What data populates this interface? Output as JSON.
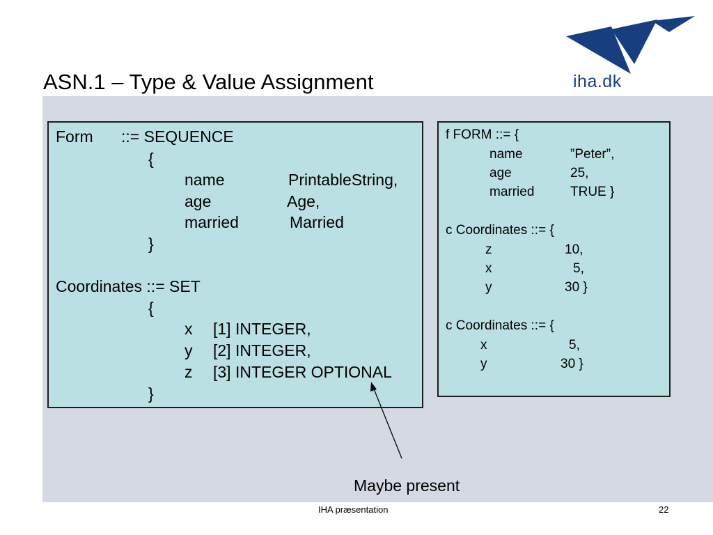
{
  "slide": {
    "title": "ASN.1 – Type & Value Assignment",
    "logo_text": "iha.dk",
    "left_box": {
      "form_label": "Form",
      "form_assign": "::= SEQUENCE",
      "open_brace_1": "{",
      "fields": [
        {
          "name": "name",
          "type": "PrintableString,"
        },
        {
          "name": "age",
          "type": "Age,"
        },
        {
          "name": "married",
          "type": "Married"
        }
      ],
      "close_brace_1": "}",
      "coords_assign": "Coordinates ::= SET",
      "open_brace_2": "{",
      "set_fields": [
        {
          "name": "x",
          "type": "[1] INTEGER,"
        },
        {
          "name": "y",
          "type": "[2] INTEGER,"
        },
        {
          "name": "z",
          "type": "[3] INTEGER OPTIONAL"
        }
      ],
      "close_brace_2": "}"
    },
    "right_box": {
      "f_header": "f FORM ::= {",
      "f_values": [
        {
          "name": "name",
          "value": "”Peter”,"
        },
        {
          "name": "age",
          "value": "25,"
        },
        {
          "name": "married",
          "value": "TRUE }"
        }
      ],
      "c1_header": "c Coordinates ::= {",
      "c1_values": [
        {
          "name": "z",
          "value": "10,"
        },
        {
          "name": "x",
          "value": "5,"
        },
        {
          "name": "y",
          "value": "30 }"
        }
      ],
      "c2_header": "c Coordinates ::= {",
      "c2_values": [
        {
          "name": "x",
          "value": "5,"
        },
        {
          "name": "y",
          "value": "30 }"
        }
      ]
    },
    "callout": "Maybe present",
    "footer_center": "IHA præsentation",
    "page_number": "22",
    "colors": {
      "band": "#d5d9e3",
      "box_fill": "#bbe0e3",
      "logo_blue": "#173f80"
    }
  }
}
